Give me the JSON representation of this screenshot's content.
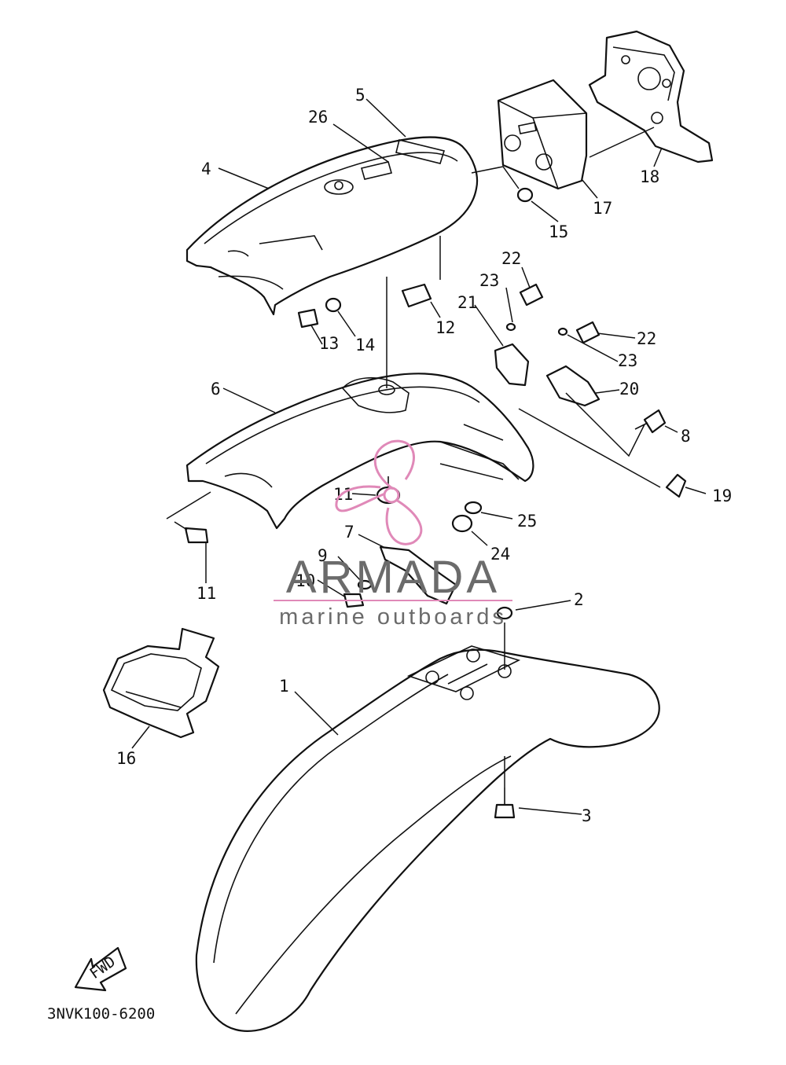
{
  "diagram": {
    "drawing_code": "3NVK100-6200",
    "direction_label": "FWD",
    "callouts": [
      {
        "id": "c1",
        "label": "1"
      },
      {
        "id": "c2",
        "label": "2"
      },
      {
        "id": "c3",
        "label": "3"
      },
      {
        "id": "c4",
        "label": "4"
      },
      {
        "id": "c5",
        "label": "5"
      },
      {
        "id": "c6",
        "label": "6"
      },
      {
        "id": "c7",
        "label": "7"
      },
      {
        "id": "c8",
        "label": "8"
      },
      {
        "id": "c9",
        "label": "9"
      },
      {
        "id": "c10",
        "label": "10"
      },
      {
        "id": "c11a",
        "label": "11"
      },
      {
        "id": "c11b",
        "label": "11"
      },
      {
        "id": "c12",
        "label": "12"
      },
      {
        "id": "c13",
        "label": "13"
      },
      {
        "id": "c14",
        "label": "14"
      },
      {
        "id": "c15",
        "label": "15"
      },
      {
        "id": "c16",
        "label": "16"
      },
      {
        "id": "c17",
        "label": "17"
      },
      {
        "id": "c18",
        "label": "18"
      },
      {
        "id": "c19",
        "label": "19"
      },
      {
        "id": "c20",
        "label": "20"
      },
      {
        "id": "c21",
        "label": "21"
      },
      {
        "id": "c22a",
        "label": "22"
      },
      {
        "id": "c22b",
        "label": "22"
      },
      {
        "id": "c23a",
        "label": "23"
      },
      {
        "id": "c23b",
        "label": "23"
      },
      {
        "id": "c24",
        "label": "24"
      },
      {
        "id": "c25",
        "label": "25"
      },
      {
        "id": "c26",
        "label": "26"
      }
    ]
  },
  "watermark": {
    "brand": "ARMADA",
    "tagline": "marine outboards",
    "brand_color": "#6b6b6b",
    "accent_color": "#e089b8"
  }
}
